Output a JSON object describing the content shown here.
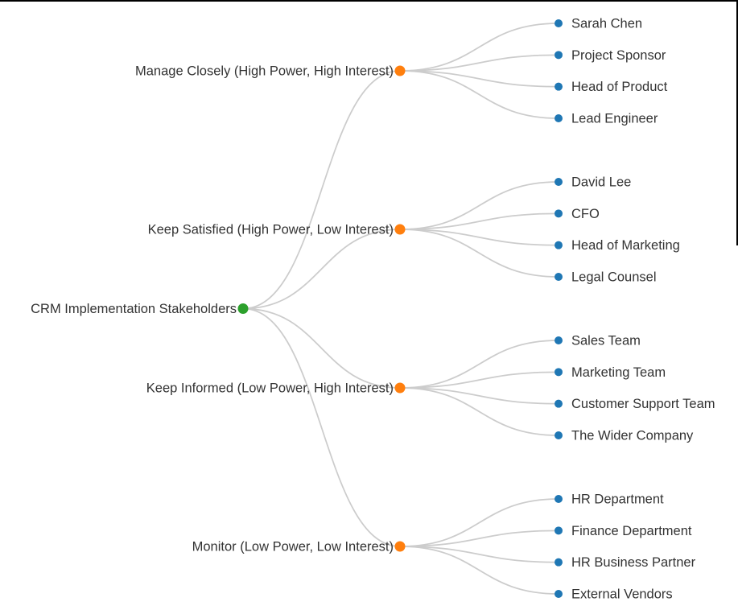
{
  "page": {
    "background": "#ffffff",
    "top_border_color": "#000000",
    "right_border_color": "#000000"
  },
  "palette": {
    "root_dot": "#2ca02c",
    "category_dot": "#ff7f0e",
    "stakeholder_dot": "#1f77b4",
    "link_line": "#cccccc",
    "label_text": "#333333"
  },
  "mindmap": {
    "root": {
      "label": "CRM Implementation Stakeholders"
    },
    "categories": [
      {
        "label": "Manage Closely (High Power, High Interest)",
        "stakeholders": [
          {
            "label": "Sarah Chen"
          },
          {
            "label": "Project Sponsor"
          },
          {
            "label": "Head of Product"
          },
          {
            "label": "Lead Engineer"
          }
        ]
      },
      {
        "label": "Keep Satisfied (High Power, Low Interest)",
        "stakeholders": [
          {
            "label": "David Lee"
          },
          {
            "label": "CFO"
          },
          {
            "label": "Head of Marketing"
          },
          {
            "label": "Legal Counsel"
          }
        ]
      },
      {
        "label": "Keep Informed (Low Power, High Interest)",
        "stakeholders": [
          {
            "label": "Sales Team"
          },
          {
            "label": "Marketing Team"
          },
          {
            "label": "Customer Support Team"
          },
          {
            "label": "The Wider Company"
          }
        ]
      },
      {
        "label": "Monitor (Low Power, Low Interest)",
        "stakeholders": [
          {
            "label": "HR Department"
          },
          {
            "label": "Finance Department"
          },
          {
            "label": "HR Business Partner"
          },
          {
            "label": "External Vendors"
          }
        ]
      }
    ]
  }
}
